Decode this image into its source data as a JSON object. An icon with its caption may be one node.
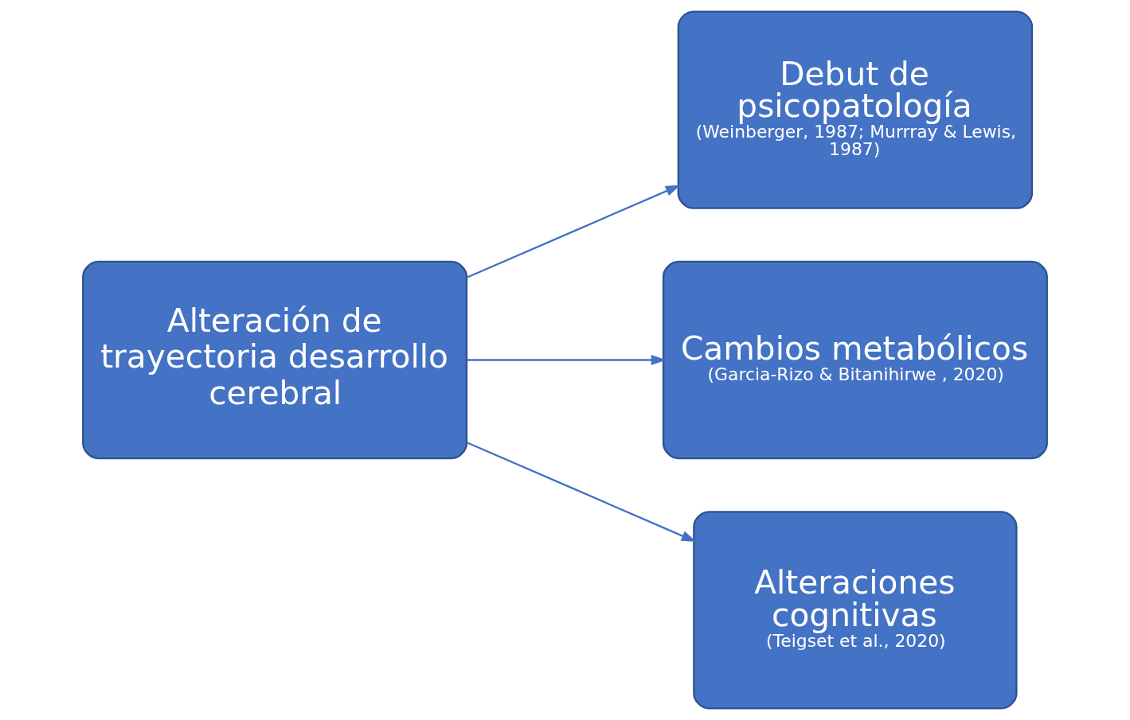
{
  "diagram": {
    "nodes": [
      {
        "text": [
          "Alteración de trayectoria desarrollo cerebral"
        ]
      },
      {
        "text": [
          "Debut de psicopatología",
          "(Weinberger, 1987; Murrray & Lewis, 1987)"
        ]
      },
      {
        "text": [
          "Cambios metabólicos",
          "(Garcia-Rizo & Bitanihirwe , 2020)"
        ]
      },
      {
        "text": [
          "Alteraciones cognitivas",
          "(Teigset et al., 2020)"
        ]
      }
    ],
    "edges": [
      {
        "from": 0,
        "to": 1,
        "arrow": "to"
      },
      {
        "from": 0,
        "to": 2,
        "arrow": "to"
      },
      {
        "from": 0,
        "to": 3,
        "arrow": "to"
      }
    ]
  }
}
